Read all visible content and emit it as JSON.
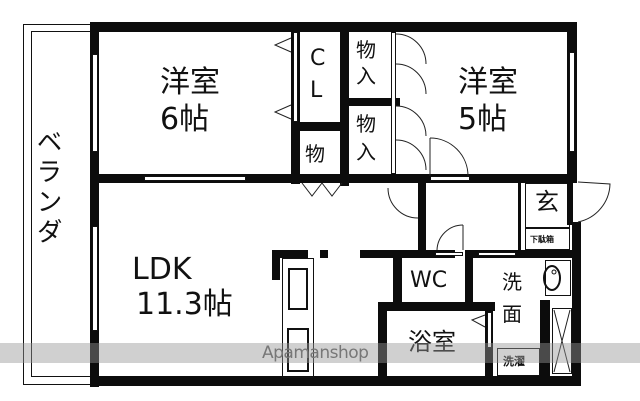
{
  "floorplan": {
    "rooms": {
      "veranda": {
        "label": "ベランダ"
      },
      "western_room_6": {
        "label_line1": "洋室",
        "label_line2": "6帖"
      },
      "western_room_5": {
        "label_line1": "洋室",
        "label_line2": "5帖"
      },
      "closet_cl": {
        "label_line1": "C",
        "label_line2": "L"
      },
      "storage_1": {
        "label_line1": "物",
        "label_line2": "入"
      },
      "storage_2": {
        "label_line1": "物",
        "label_line2": "入"
      },
      "storage_small": {
        "label": "物"
      },
      "ldk": {
        "label_line1": "LDK",
        "label_line2": "11.3帖"
      },
      "entrance": {
        "label": "玄",
        "shoe_box_label": "下駄箱"
      },
      "toilet": {
        "label": "WC"
      },
      "washroom": {
        "label_line1": "洗",
        "label_line2": "面"
      },
      "bathroom": {
        "label": "浴室"
      },
      "laundry": {
        "label": "洗濯"
      }
    },
    "watermark": "Apamanshop"
  }
}
